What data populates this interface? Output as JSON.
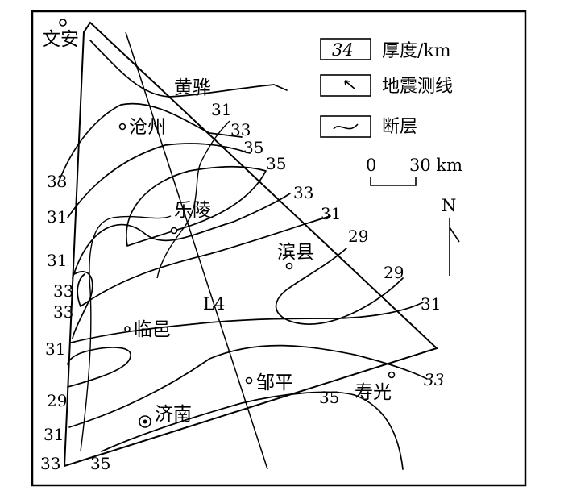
{
  "legend": {
    "thickness_sample": "34",
    "thickness_label": "厚度/km",
    "seismic_label": "地震测线",
    "fault_label": "断层"
  },
  "scale": {
    "zero": "0",
    "value": "30 km"
  },
  "north": "N",
  "profile_label": "L4",
  "cities": {
    "wenan": "文安",
    "huanghua": "黄骅",
    "cangzhou": "沧州",
    "leling": "乐陵",
    "binxian": "滨县",
    "linyi": "临邑",
    "zouping": "邹平",
    "jinan": "济南",
    "shouguang": "寿光"
  },
  "contour_labels": {
    "huanghua_31": "31",
    "c33_top": "33",
    "c35a": "35",
    "c35b": "35",
    "c33_mid": "33",
    "c31_right": "31",
    "c29_a": "29",
    "c29_b": "29",
    "c31_lower_right": "31",
    "c33_bottom_right": "33",
    "c35_bottom": "35",
    "left_33_top": "33",
    "left_31": "31",
    "left_31b": "31",
    "left_33a": "33",
    "left_33b": "33",
    "left_31c": "31",
    "left_29": "29",
    "left_31d": "31",
    "left_33_bottom": "33",
    "bottom_35": "35"
  }
}
